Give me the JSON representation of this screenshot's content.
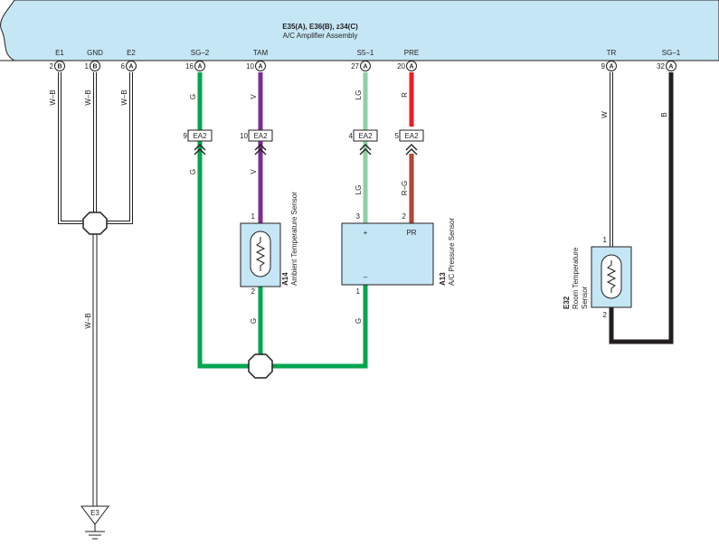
{
  "amplifier": {
    "title": "E35(A), E36(B), z34(C)",
    "subtitle": "A/C Amplifier Assembly",
    "fill_color": "#c5e6f5"
  },
  "pins": [
    {
      "id": "e1",
      "label": "E1",
      "number": "2",
      "terminal": "B"
    },
    {
      "id": "gnd",
      "label": "GND",
      "number": "1",
      "terminal": "B"
    },
    {
      "id": "e2",
      "label": "E2",
      "number": "6",
      "terminal": "A"
    },
    {
      "id": "sg2",
      "label": "SG–2",
      "number": "16",
      "terminal": "A"
    },
    {
      "id": "tam",
      "label": "TAM",
      "number": "10",
      "terminal": "A"
    },
    {
      "id": "s51",
      "label": "S5–1",
      "number": "27",
      "terminal": "A"
    },
    {
      "id": "pre",
      "label": "PRE",
      "number": "20",
      "terminal": "A"
    },
    {
      "id": "tr",
      "label": "TR",
      "number": "9",
      "terminal": "A"
    },
    {
      "id": "sg1",
      "label": "SG–1",
      "number": "32",
      "terminal": "A"
    }
  ],
  "wire_colors": {
    "G": "#00a650",
    "V": "#7c2d8f",
    "LG": "#8ed1a2",
    "R": "#ed1c24",
    "W": "#ffffff",
    "B": "#231f20",
    "W-B": "#ffffff"
  },
  "wire_labels": {
    "e1": "W–B",
    "gnd": "W–B",
    "e2": "W–B",
    "gnd_lower": "W–B",
    "sg2_upper": "G",
    "sg2_lower": "G",
    "tam_upper": "V",
    "tam_lower": "V",
    "s51_upper": "LG",
    "s51_lower": "LG",
    "pre_upper": "R",
    "pre_lower": "R–G",
    "tr": "W",
    "sg1": "B",
    "a14_ground": "G",
    "a13_ground": "G"
  },
  "connectors": [
    {
      "id": "ea2-sg2",
      "pin": "9",
      "name": "EA2"
    },
    {
      "id": "ea2-tam",
      "pin": "10",
      "name": "EA2"
    },
    {
      "id": "ea2-s51",
      "pin": "4",
      "name": "EA2"
    },
    {
      "id": "ea2-pre",
      "pin": "5",
      "name": "EA2"
    }
  ],
  "components": {
    "a14": {
      "code": "A14",
      "name": "Ambient Temperature Sensor",
      "pin_top": "1",
      "pin_bottom": "2"
    },
    "a13": {
      "code": "A13",
      "name": "A/C Pressure Sensor",
      "pin_plus": "3",
      "pin_pr": "2",
      "pin_minus": "1",
      "plus_label": "+",
      "pr_label": "PR",
      "minus_label": "–"
    },
    "e32": {
      "code": "E32",
      "name_line1": "Room Temperature",
      "name_line2": "Sensor",
      "pin_top": "1",
      "pin_bottom": "2"
    }
  },
  "ground": {
    "label": "E3"
  }
}
